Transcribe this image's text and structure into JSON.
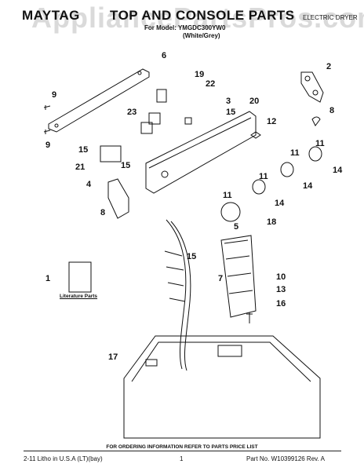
{
  "watermark": "AppliancePartsPros.com",
  "header": {
    "brand": "MAYTAG",
    "title": "TOP AND CONSOLE PARTS",
    "product": "ELECTRIC DRYER",
    "model": "For Model: YMGDC300YW0",
    "color": "(White/Grey)"
  },
  "callouts": [
    "1",
    "2",
    "3",
    "4",
    "5",
    "6",
    "7",
    "8",
    "8",
    "9",
    "9",
    "10",
    "11",
    "11",
    "11",
    "11",
    "12",
    "13",
    "14",
    "14",
    "14",
    "15",
    "15",
    "15",
    "15",
    "16",
    "17",
    "18",
    "19",
    "20",
    "21",
    "22",
    "23"
  ],
  "literature_label": "Literature Parts",
  "footer": {
    "note": "FOR ORDERING INFORMATION REFER TO PARTS PRICE LIST",
    "litho": "2-11 Litho in U.S.A (LT)(bay)",
    "page": "1",
    "part_no": "Part No. W10399126 Rev. A"
  }
}
